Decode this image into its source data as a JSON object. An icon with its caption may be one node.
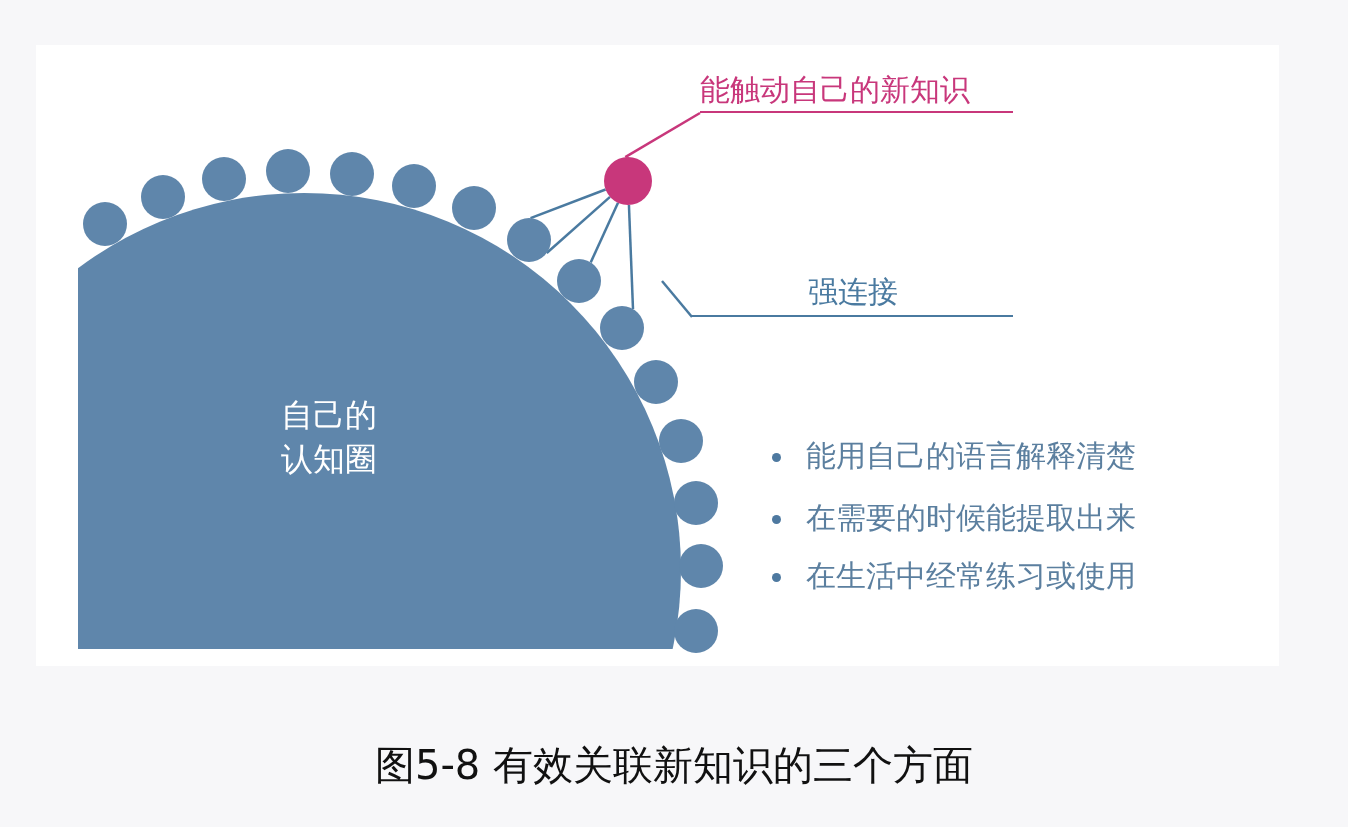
{
  "diagram": {
    "caption": "图5-8 有效关联新知识的三个方面",
    "nodes": [
      {
        "text": [
          "自己的认知圈"
        ]
      },
      {
        "text": [],
        "shape": "circle"
      },
      {
        "text": [],
        "shape": "circle"
      },
      {
        "text": [],
        "shape": "circle"
      },
      {
        "text": [],
        "shape": "circle"
      },
      {
        "text": [],
        "shape": "circle"
      },
      {
        "text": [],
        "shape": "circle"
      },
      {
        "text": [],
        "shape": "circle"
      },
      {
        "text": [],
        "shape": "circle"
      },
      {
        "text": [],
        "shape": "circle"
      },
      {
        "text": [],
        "shape": "circle"
      },
      {
        "text": [],
        "shape": "circle"
      },
      {
        "text": [],
        "shape": "circle"
      },
      {
        "text": [],
        "shape": "circle"
      },
      {
        "text": [],
        "shape": "circle"
      },
      {
        "text": [],
        "shape": "circle"
      },
      {
        "text": [],
        "shape": "circle"
      },
      {
        "text": [
          "能触动自己的新知识"
        ]
      },
      {
        "text": [
          "强连接"
        ]
      }
    ],
    "edges": [
      {
        "from": 17,
        "to": 16,
        "arrow": "none",
        "color": "#c8377b"
      },
      {
        "from": 16,
        "to": 8,
        "arrow": "none"
      },
      {
        "from": 16,
        "to": 8,
        "arrow": "none"
      },
      {
        "from": 16,
        "to": 9,
        "arrow": "none"
      },
      {
        "from": 16,
        "to": 10,
        "arrow": "none"
      },
      {
        "from": 18,
        "to": null,
        "arrow": "none"
      }
    ],
    "labels": [
      "能用自己的语言解释清楚",
      "在需要的时候能提取出来",
      "在生活中经常练习或使用"
    ]
  }
}
